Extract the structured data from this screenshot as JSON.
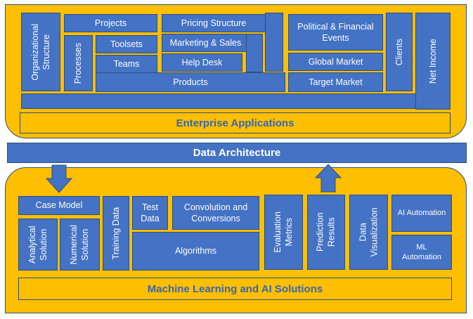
{
  "enterprise": {
    "title": "Enterprise Applications",
    "organizational_structure": "Organizational Structure",
    "projects": "Projects",
    "pricing_structure": "Pricing Structure",
    "processes": "Processes",
    "toolsets": "Toolsets",
    "teams": "Teams",
    "marketing_sales": "Marketing & Sales",
    "help_desk": "Help Desk",
    "products": "Products",
    "political_financial": "Political & Financial Events",
    "global_market": "Global Market",
    "target_market": "Target Market",
    "clients": "Clients",
    "net_income": "Net Income"
  },
  "data_architecture": "Data Architecture",
  "ml": {
    "title": "Machine Learning and AI Solutions",
    "case_model": "Case Model",
    "analytical_solution": "Analytical Solution",
    "numerical_solution": "Numerical Solution",
    "training_data": "Training Data",
    "test_data": "Test Data",
    "convolution": "Convolution and Conversions",
    "algorithms": "Algorithms",
    "evaluation_metrics": "Evaluation Metrics",
    "prediction_results": "Prediction Results",
    "data_visualization": "Data Visualization",
    "ai_automation": "AI Automation",
    "ml_automation": "ML Automation"
  },
  "colors": {
    "panel": "#fdbf00",
    "box": "#4472c4",
    "title_text": "#3766b0"
  }
}
